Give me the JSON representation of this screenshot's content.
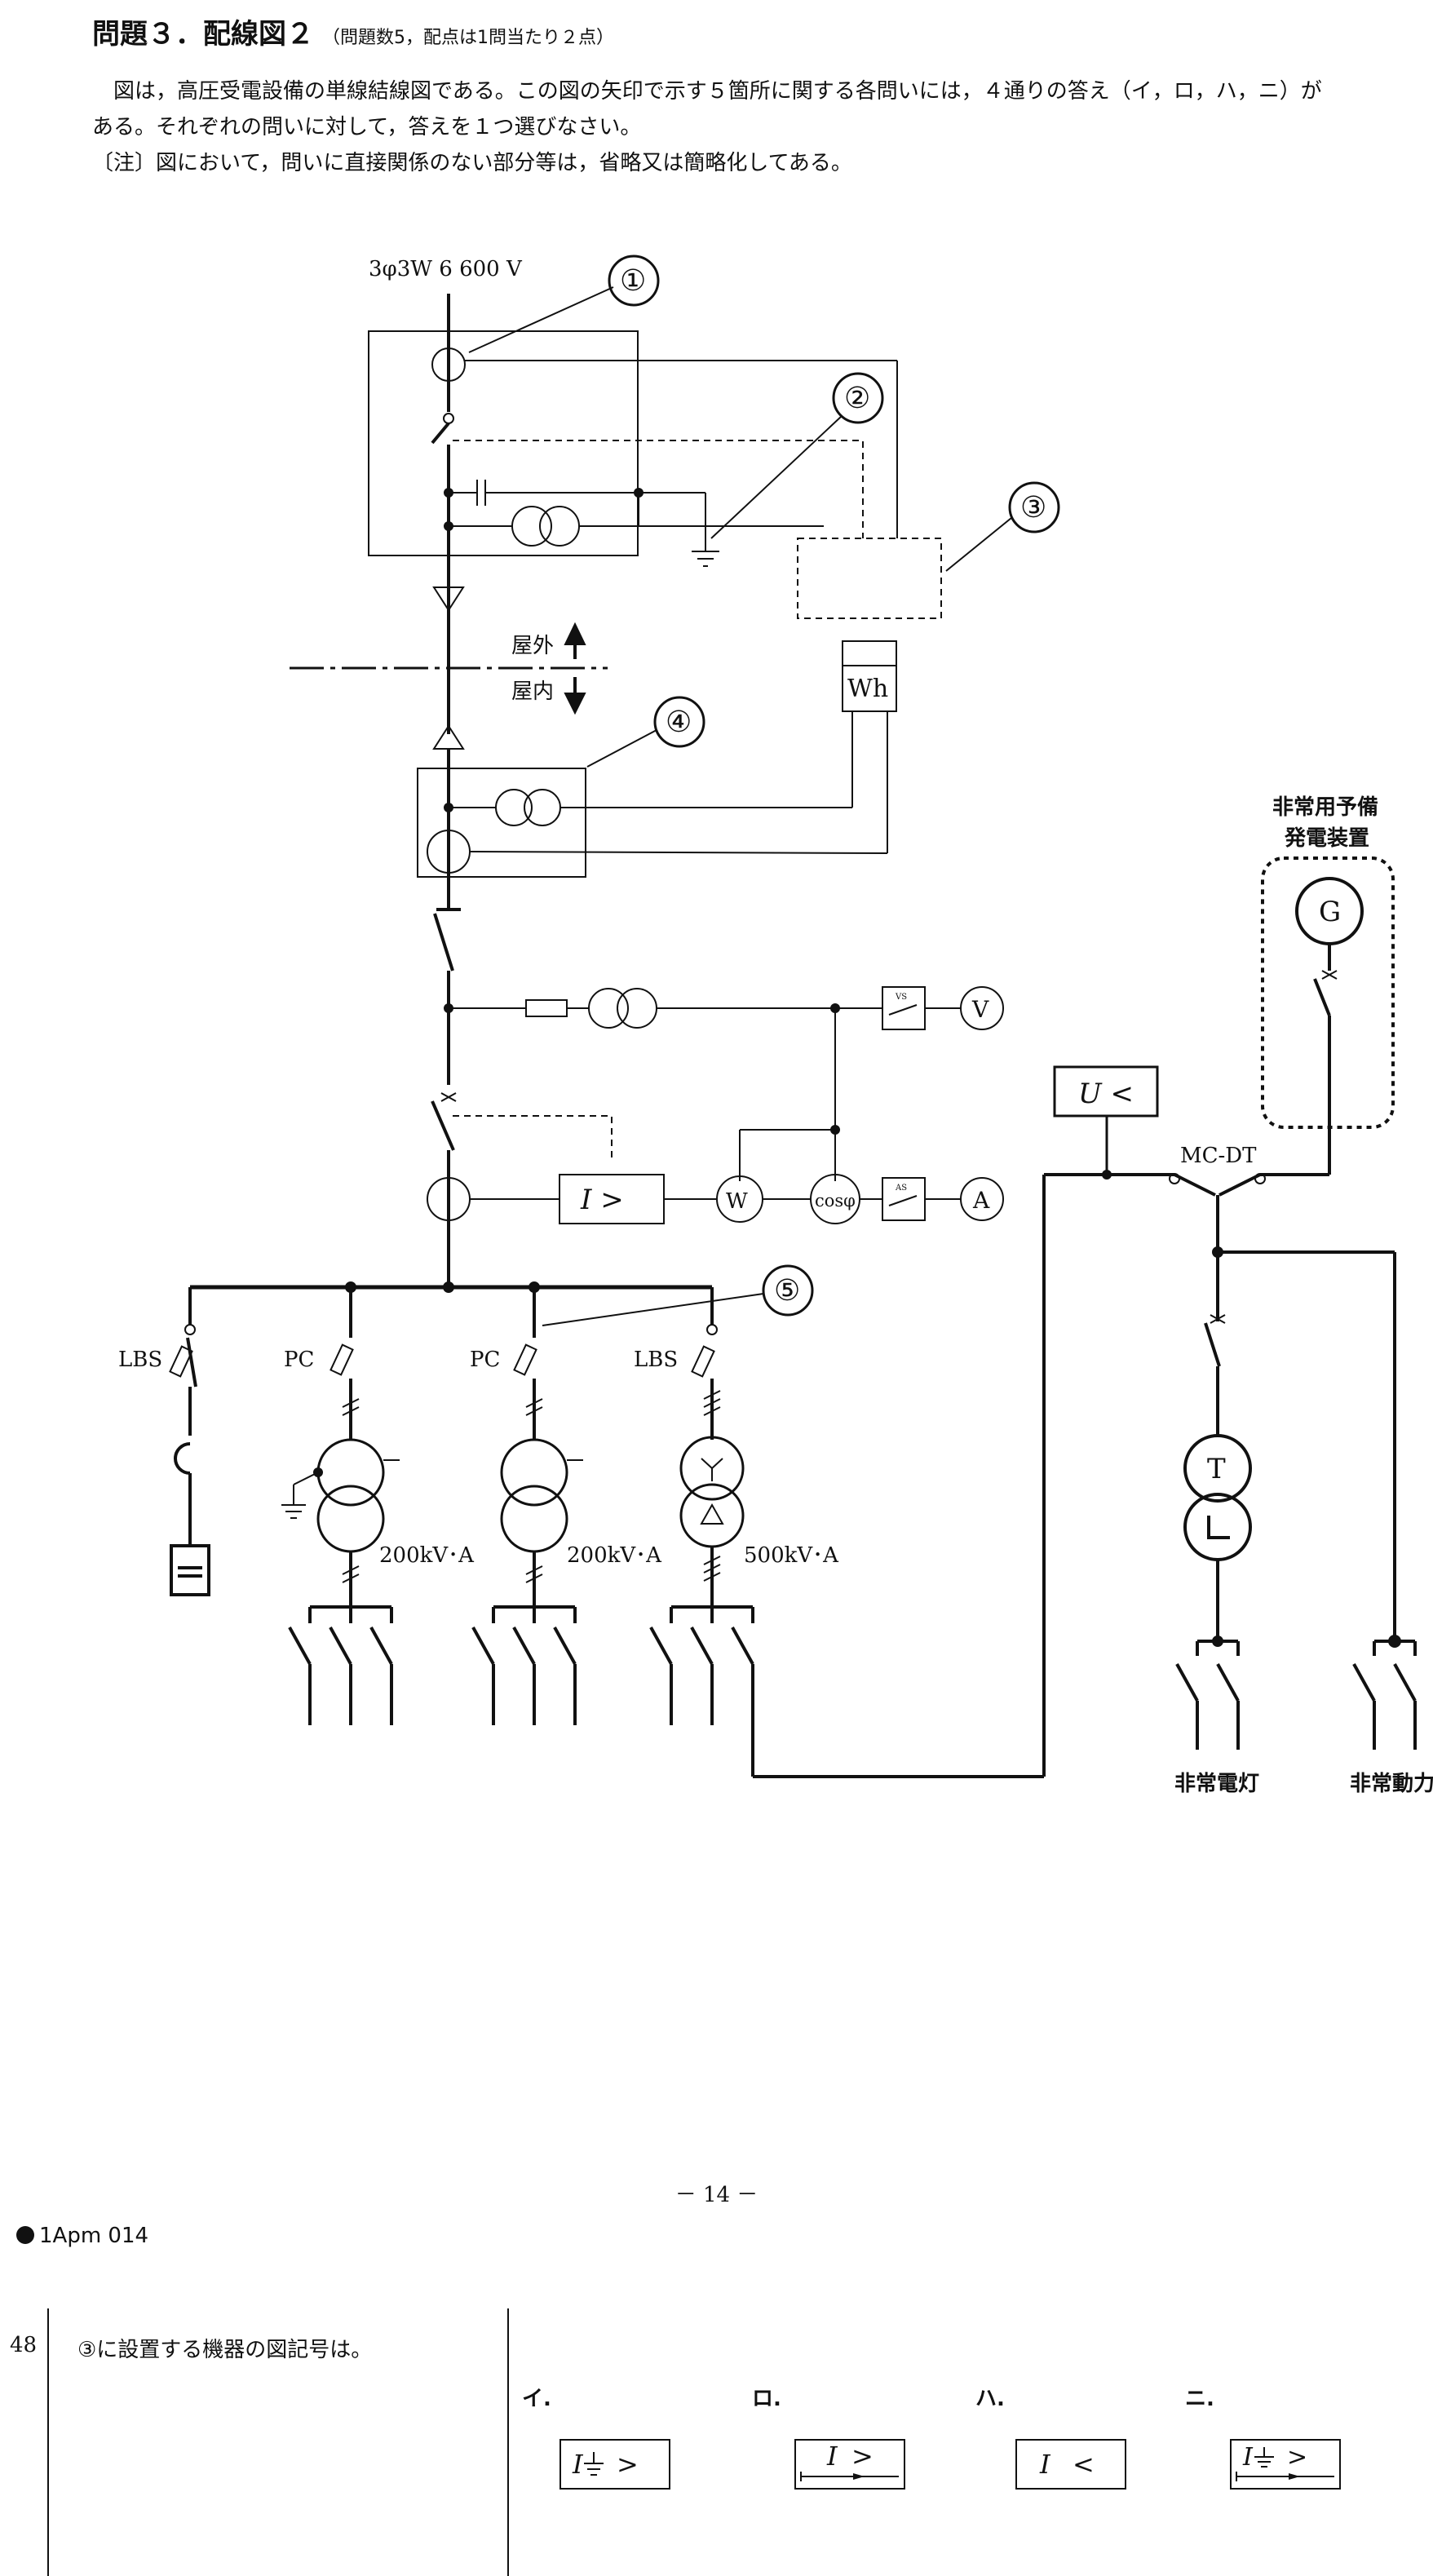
{
  "header": {
    "title": "問題３．配線図２",
    "note": "（問題数5，配点は1問当たり２点）"
  },
  "intro": {
    "line1": "図は，高圧受電設備の単線結線図である。この図の矢印で示す５箇所に関する各問いには，４通りの答え（イ，ロ，ハ，ニ）が",
    "line2": "ある。それぞれの問いに対して，答えを１つ選びなさい。",
    "line3": "〔注〕図において，問いに直接関係のない部分等は，省略又は簡略化してある。"
  },
  "diagram": {
    "supply": "3φ3W  6 600 V",
    "callouts": [
      "①",
      "②",
      "③",
      "④",
      "⑤"
    ],
    "outdoor": "屋外",
    "indoor": "屋内",
    "wh": "Wh",
    "vs": "VS",
    "as": "AS",
    "v": "V",
    "a": "A",
    "w": "W",
    "cos": "cosφ",
    "ocr": "I  >",
    "uvr": "U <",
    "gen_title_1": "非常用予備",
    "gen_title_2": "発電装置",
    "gen": "G",
    "mcdt": "MC-DT",
    "lbs": "LBS",
    "pc": "PC",
    "kva200": "200kV･A",
    "kva500": "500kV･A",
    "tr_t": "T",
    "emergency_light": "非常電灯",
    "emergency_power": "非常動力"
  },
  "page": {
    "number": "－ 14 －",
    "footer": "1Apm 014"
  },
  "question": {
    "number": "48",
    "text": "③に設置する機器の図記号は。",
    "choices": [
      {
        "label": "イ.",
        "symbol": "I⏚>"
      },
      {
        "label": "ロ.",
        "symbol": "I >"
      },
      {
        "label": "ハ.",
        "symbol": "I <"
      },
      {
        "label": "ニ.",
        "symbol": "I⏚>"
      }
    ]
  }
}
